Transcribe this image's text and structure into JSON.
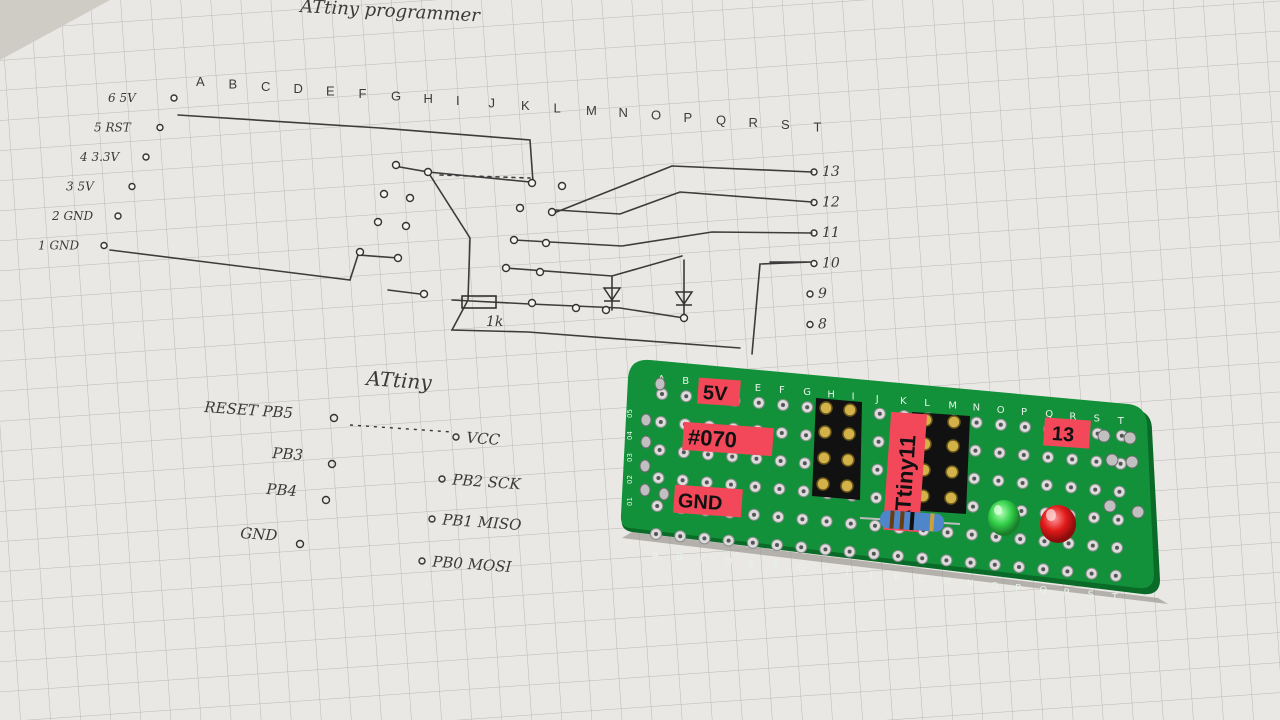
{
  "notebook": {
    "title": "ATtiny programmer",
    "columns": [
      "A",
      "B",
      "C",
      "D",
      "E",
      "F",
      "G",
      "H",
      "I",
      "J",
      "K",
      "L",
      "M",
      "N",
      "O",
      "P",
      "Q",
      "R",
      "S",
      "T"
    ],
    "left_pins": [
      {
        "num": "6",
        "name": "5V"
      },
      {
        "num": "5",
        "name": "RST"
      },
      {
        "num": "4",
        "name": "3.3V"
      },
      {
        "num": "3",
        "name": "5V"
      },
      {
        "num": "2",
        "name": "GND"
      },
      {
        "num": "1",
        "name": "GND"
      }
    ],
    "right_pins": [
      "13",
      "12",
      "11",
      "10",
      "9",
      "8"
    ],
    "resistor_label": "1k",
    "pinout_title": "ATtiny",
    "pinout": [
      {
        "label": "RESET PB5",
        "right": "VCC"
      },
      {
        "label": "PB3",
        "right": "PB2 SCK"
      },
      {
        "label": "PB4",
        "right": "PB1 MISO"
      },
      {
        "label": "GND",
        "right": "PB0 MOSI"
      }
    ]
  },
  "pcb": {
    "labels": {
      "power": "5V",
      "board_id": "#070",
      "ground": "GND",
      "chip": "ATtiny11",
      "pin": "13"
    },
    "columns": [
      "A",
      "B",
      "C",
      "D",
      "E",
      "F",
      "G",
      "H",
      "I",
      "J",
      "K",
      "L",
      "M",
      "N",
      "O",
      "P",
      "Q",
      "R",
      "S",
      "T"
    ],
    "rows": [
      "05",
      "04",
      "03",
      "02",
      "01"
    ],
    "colors": {
      "board": "#12913a",
      "label_bg": "#f2485a",
      "led_green": "#33d14a",
      "led_red": "#e21a1a"
    }
  }
}
